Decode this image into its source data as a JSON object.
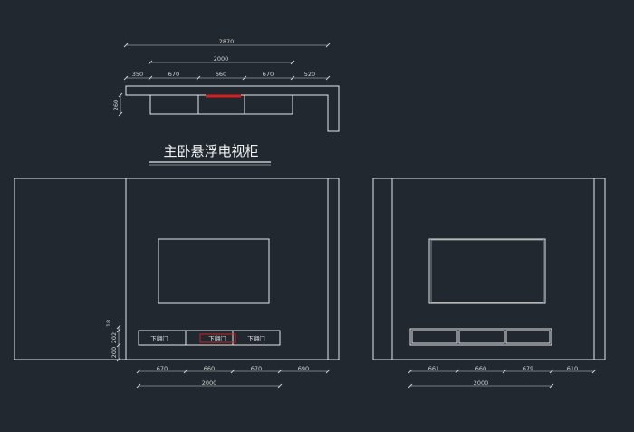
{
  "drawing": {
    "title": "主卧悬浮电视柜",
    "colors": {
      "background": "#212830",
      "line": "#e8e8e8",
      "highlight": "#d02020"
    },
    "plan_view": {
      "overall_width": "2870",
      "cabinet_width": "2000",
      "segments": [
        "350",
        "670",
        "660",
        "670",
        "520"
      ],
      "depth": "260"
    },
    "front_elevation": {
      "door_labels": [
        "下翻门",
        "下翻门",
        "下翻门"
      ],
      "height_dims": [
        "18",
        "202",
        "200"
      ],
      "bottom_segments": [
        "670",
        "660",
        "670",
        "690"
      ],
      "bottom_total": "2000"
    },
    "side_elevation": {
      "bottom_segments": [
        "661",
        "660",
        "679",
        "610"
      ],
      "bottom_total": "2000"
    }
  }
}
